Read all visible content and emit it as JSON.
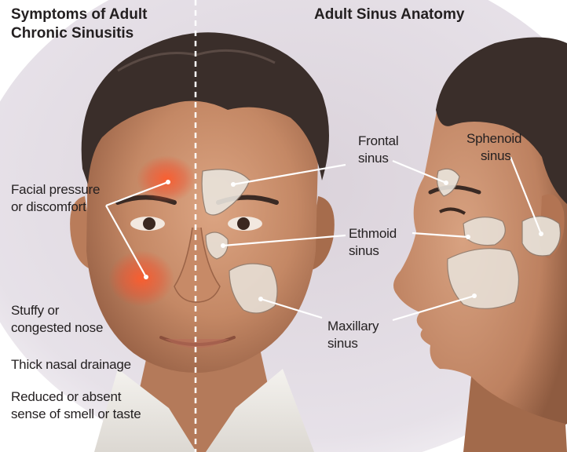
{
  "headings": {
    "left_line1": "Symptoms of Adult",
    "left_line2": "Chronic Sinusitis",
    "right": "Adult Sinus Anatomy"
  },
  "symptoms": [
    {
      "line1": "Facial pressure",
      "line2": "or discomfort"
    },
    {
      "line1": "Stuffy or",
      "line2": "congested nose"
    },
    {
      "line1": "Thick nasal drainage",
      "line2": ""
    },
    {
      "line1": "Reduced or absent",
      "line2": "sense of smell or taste"
    }
  ],
  "sinuses": {
    "frontal": {
      "line1": "Frontal",
      "line2": "sinus"
    },
    "ethmoid": {
      "line1": "Ethmoid",
      "line2": "sinus"
    },
    "maxillary": {
      "line1": "Maxillary",
      "line2": "sinus"
    },
    "sphenoid": {
      "line1": "Sphenoid",
      "line2": "sinus"
    }
  },
  "colors": {
    "text": "#231f20",
    "skin": "#c98d6c",
    "hair": "#3a2e2a",
    "sinus_fill": "#e9e4dc",
    "inflammation": "#e8402a",
    "background": "#d9d2dc"
  }
}
